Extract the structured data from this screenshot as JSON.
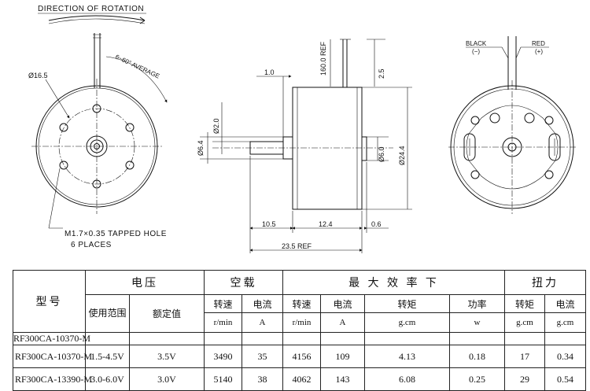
{
  "drawing": {
    "direction_label": "DIRECTION OF ROTATION",
    "angle_label": "6~60° AVERAGE",
    "dia_mount": "Ø16.5",
    "tapped_hole_line1": "M1.7×0.35 TAPPED HOLE",
    "tapped_hole_line2": "6 PLACES",
    "lead_len": "160.0 REF",
    "lead_tip": "2.5",
    "shaft_step": "1.0",
    "shaft_dia": "Ø2.0",
    "boss_dia_left": "Ø6.4",
    "boss_dia_right": "Ø6.0",
    "body_dia": "Ø24.4",
    "len_shaft": "10.5",
    "len_body": "12.4",
    "len_cap": "0.6",
    "len_total": "23.5 REF",
    "black_label": "BLACK",
    "black_sign": "(−)",
    "red_label": "RED",
    "red_sign": "(+)"
  },
  "table": {
    "model_header": "型号",
    "voltage_header": "电压",
    "noload_header": "空载",
    "maxeff_header": "最 大 效 率 下",
    "torque_header": "扭力",
    "range_header": "使用范围",
    "rated_header": "额定值",
    "speed": "转速",
    "current": "电流",
    "torque": "转矩",
    "power": "功率",
    "unit_rpm": "r/min",
    "unit_a": "A",
    "unit_gcm": "g.cm",
    "unit_w": "w",
    "cut_row": "RF300CA-10370-M",
    "rows": [
      {
        "model": "RF300CA-10370-M",
        "range": "1.5-4.5V",
        "rated": "3.5V",
        "nl_speed": "3490",
        "nl_current": "35",
        "me_speed": "4156",
        "me_current": "109",
        "me_torque": "4.13",
        "me_power": "0.18",
        "t_torque": "17",
        "t_current": "0.34"
      },
      {
        "model": "RF300CA-13390-M",
        "range": "3.0-6.0V",
        "rated": "3.0V",
        "nl_speed": "5140",
        "nl_current": "38",
        "me_speed": "4062",
        "me_current": "143",
        "me_torque": "6.08",
        "me_power": "0.25",
        "t_torque": "29",
        "t_current": "0.54"
      }
    ]
  }
}
